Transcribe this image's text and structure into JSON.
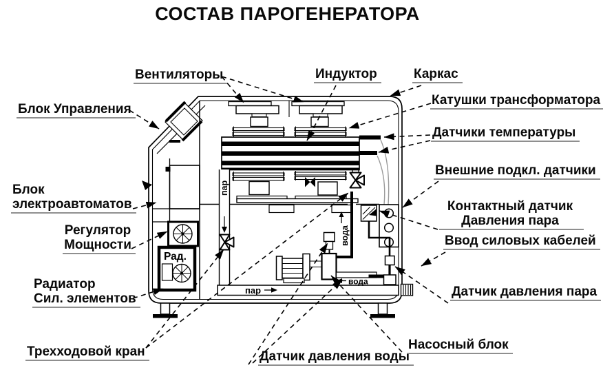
{
  "title": "СОСТАВ ПАРОГЕНЕРАТОРА",
  "callouts": {
    "fans": "Вентиляторы",
    "inductor": "Индуктор",
    "frame": "Каркас",
    "control_unit": "Блок Управления",
    "transformer_coils": "Катушки трансформатора",
    "temperature_sensors": "Датчики температуры",
    "external_sensors": "Внешние подкл. датчики",
    "contact_sensor": {
      "line1": "Контактный датчик",
      "line2": "Давления пара"
    },
    "cable_entry": "Ввод силовых кабелей",
    "breaker_block": {
      "line1": "Блок",
      "line2": "электроавтоматов"
    },
    "power_regulator": {
      "line1": "Регулятор",
      "line2": "Мощности"
    },
    "radiator": {
      "line1": "Радиатор",
      "line2": "Сил. элементов"
    },
    "steam_pressure_sensor": "Датчик давления пара",
    "three_way_valve": "Трехходовой кран",
    "water_pressure_sensor": "Датчик давления воды",
    "pump_block": "Насосный блок"
  },
  "diagram_texts": {
    "steam_pipe_vertical": "пар",
    "steam_pipe_bottom": "пар",
    "water_vertical": "вода",
    "water_horizontal": "вода",
    "radiator_short": "Рад."
  },
  "colors": {
    "ink": "#000000",
    "underline": "#8f8f8f",
    "wire_curve": "#9a9a9a",
    "background": "#ffffff"
  }
}
